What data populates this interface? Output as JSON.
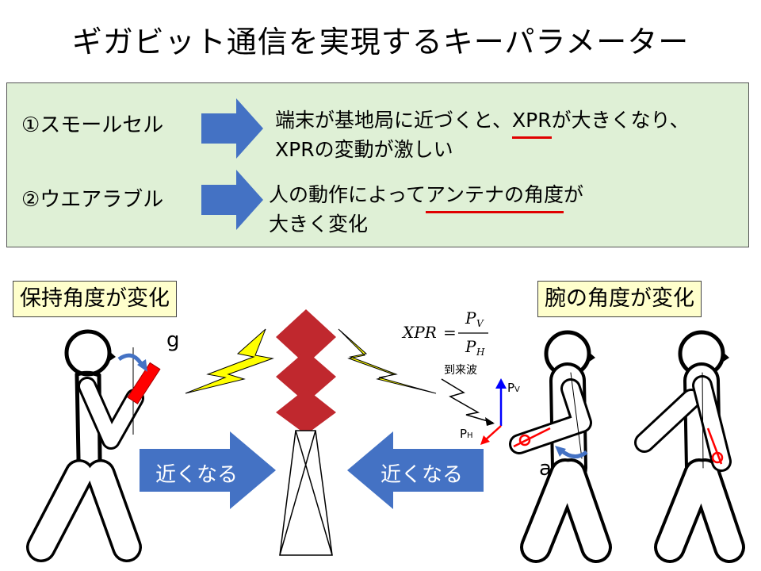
{
  "title": "ギガビット通信を実現するキーパラメーター",
  "box": {
    "items": [
      {
        "label": "①スモールセル",
        "desc_line1_pre": "端末が基地局に近づくと、",
        "desc_line1_underlined": "XPR",
        "desc_line1_post": "が大きくなり、",
        "desc_line2": "XPRの変動が激しい"
      },
      {
        "label": "②ウエアラブル",
        "desc_line1_pre": "人の動作によって",
        "desc_line1_underlined": "アンテナの角度",
        "desc_line1_post": "が",
        "desc_line2": "大きく変化"
      }
    ]
  },
  "left_tag": "保持角度が変化",
  "right_tag": "腕の角度が変化",
  "label_g": "g",
  "label_a": "a",
  "approach_left": "近くなる",
  "approach_right": "近くなる",
  "formula": {
    "lhs": "XPR",
    "num": "P",
    "num_sub": "V",
    "den": "P",
    "den_sub": "H"
  },
  "incoming_wave": "到来波",
  "pol": {
    "v": "P",
    "v_sub": "V",
    "h": "P",
    "h_sub": "H"
  },
  "colors": {
    "green_box": "#dff0d6",
    "tag_bg": "#ffffcc",
    "arrow_blue": "#4472c4",
    "tower_red": "#c0282e",
    "bolt_yellow": "#ffff00",
    "underline_red": "#e00000"
  }
}
